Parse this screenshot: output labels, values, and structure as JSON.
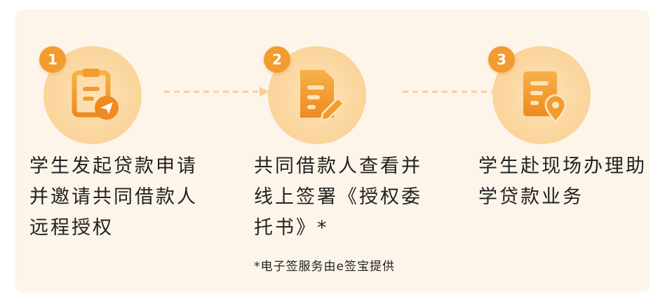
{
  "steps": [
    {
      "number": "1",
      "text": "学生发起贷款申请并邀请共同借款人远程授权"
    },
    {
      "number": "2",
      "text": "共同借款人查看并线上签署《授权委托书》*"
    },
    {
      "number": "3",
      "text": "学生赴现场办理助学贷款业务"
    }
  ],
  "note": "*电子签服务由e签宝提供",
  "colors": {
    "accent": "#f29b2f",
    "icon_light": "#fbd69d",
    "arrow": "#f6cf95",
    "background": "#fdf5ea"
  },
  "icons": [
    "clipboard-send-icon",
    "document-pen-icon",
    "document-location-icon"
  ]
}
